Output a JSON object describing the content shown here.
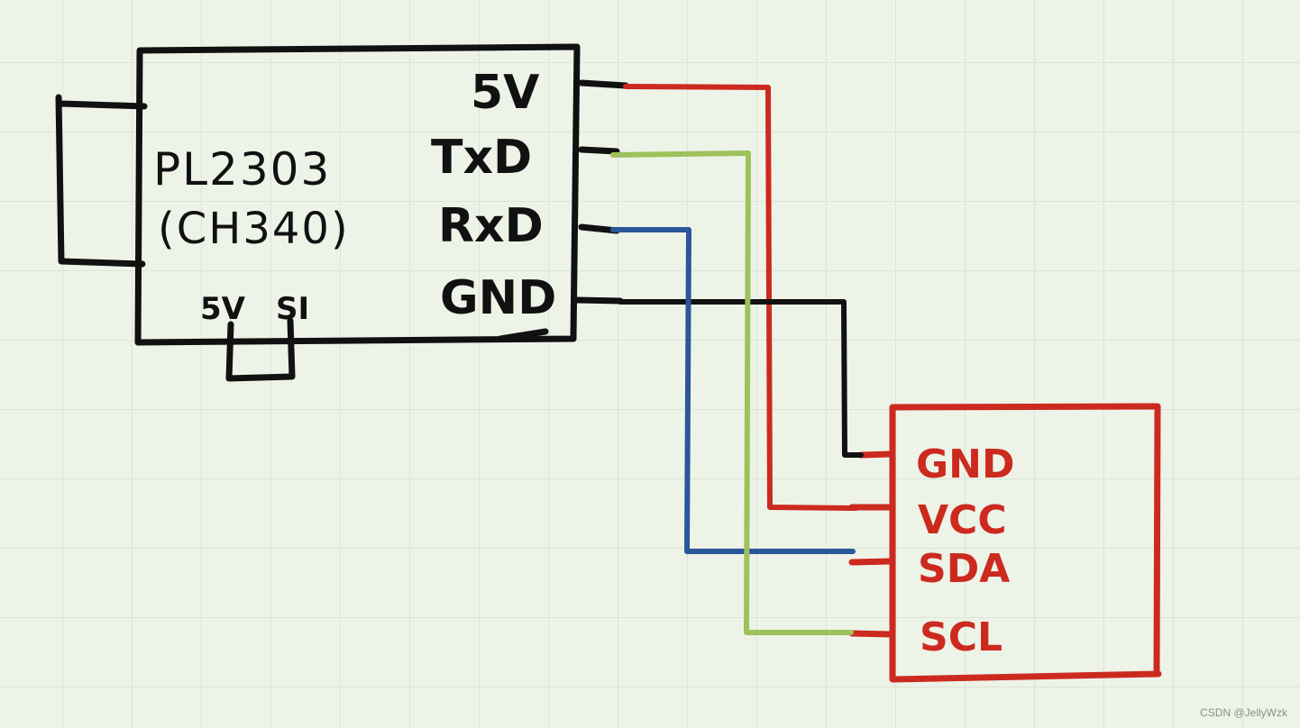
{
  "colors": {
    "ink": "#111111",
    "red": "#cc2a1f",
    "green": "#9dc25a",
    "blue": "#2a569a",
    "black_wire": "#111111"
  },
  "usb_adapter": {
    "name": "PL2303",
    "alt_name": "(CH340)",
    "pins": [
      "5V",
      "TxD",
      "RxD",
      "GND"
    ],
    "jumper_labels": [
      "5V",
      "SI"
    ]
  },
  "sensor_module": {
    "pins": [
      "GND",
      "VCC",
      "SDA",
      "SCL"
    ]
  },
  "wires": [
    {
      "from": "5V",
      "to": "VCC",
      "color": "red"
    },
    {
      "from": "TxD",
      "to": "SCL",
      "color": "green"
    },
    {
      "from": "RxD",
      "to": "SDA",
      "color": "blue"
    },
    {
      "from": "GND",
      "to": "GND",
      "color": "black"
    }
  ],
  "watermark": "CSDN @JellyWzk"
}
